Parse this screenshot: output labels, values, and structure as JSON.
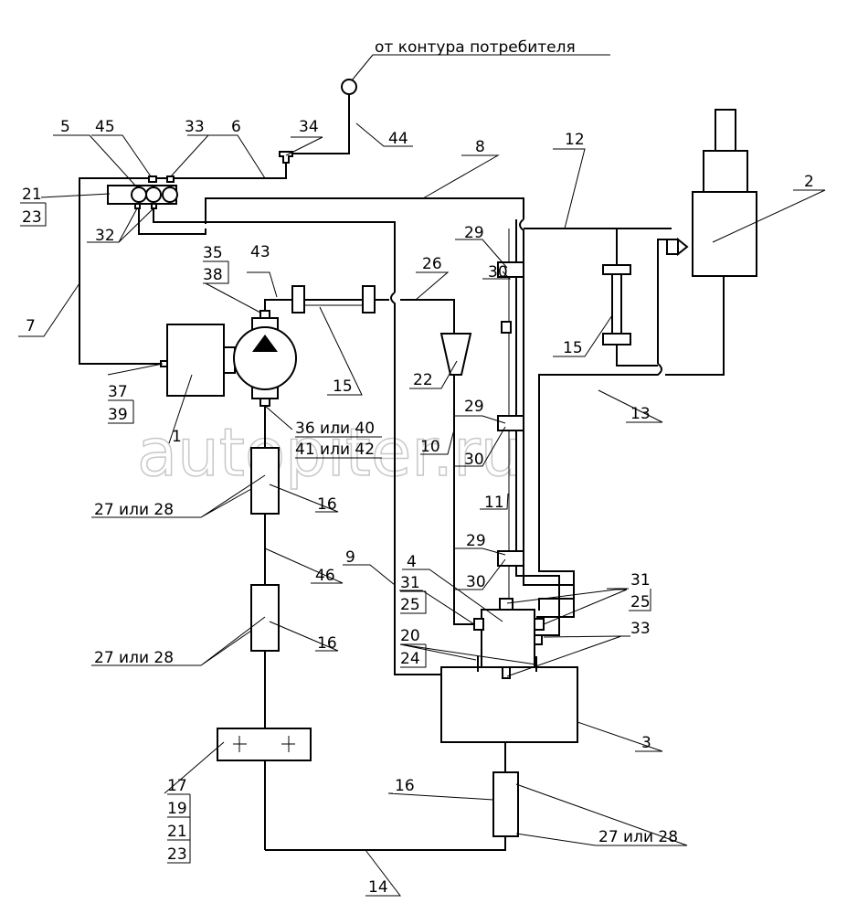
{
  "title": "от контура потребителя",
  "watermark": "autopiter.ru",
  "labels": {
    "l5": "5",
    "l45": "45",
    "l33a": "33",
    "l6": "6",
    "l34": "34",
    "l44": "44",
    "l8": "8",
    "l12": "12",
    "l2": "2",
    "l21a": "21",
    "l23a": "23",
    "l32": "32",
    "l29a": "29",
    "l30a": "30",
    "l35": "35",
    "l38": "38",
    "l43": "43",
    "l26": "26",
    "l7": "7",
    "l15a": "15",
    "l15b": "15",
    "l22": "22",
    "l37": "37",
    "l39": "39",
    "l1": "1",
    "l13": "13",
    "l36_40": "36 или 40",
    "l41_42": "41 или 42",
    "l29b": "29",
    "l30b": "30",
    "l10": "10",
    "l27_28a": "27 или 28",
    "l16a": "16",
    "l11": "11",
    "l9": "9",
    "l46": "46",
    "l29c": "29",
    "l30c": "30",
    "l4": "4",
    "l31a": "31",
    "l25a": "25",
    "l31b": "31",
    "l25b": "25",
    "l20": "20",
    "l24": "24",
    "l33b": "33",
    "l27_28b": "27 или 28",
    "l16b": "16",
    "l3": "3",
    "l17": "17",
    "l19": "19",
    "l21b": "21",
    "l23b": "23",
    "l16c": "16",
    "l27_28c": "27 или 28",
    "l14": "14"
  }
}
